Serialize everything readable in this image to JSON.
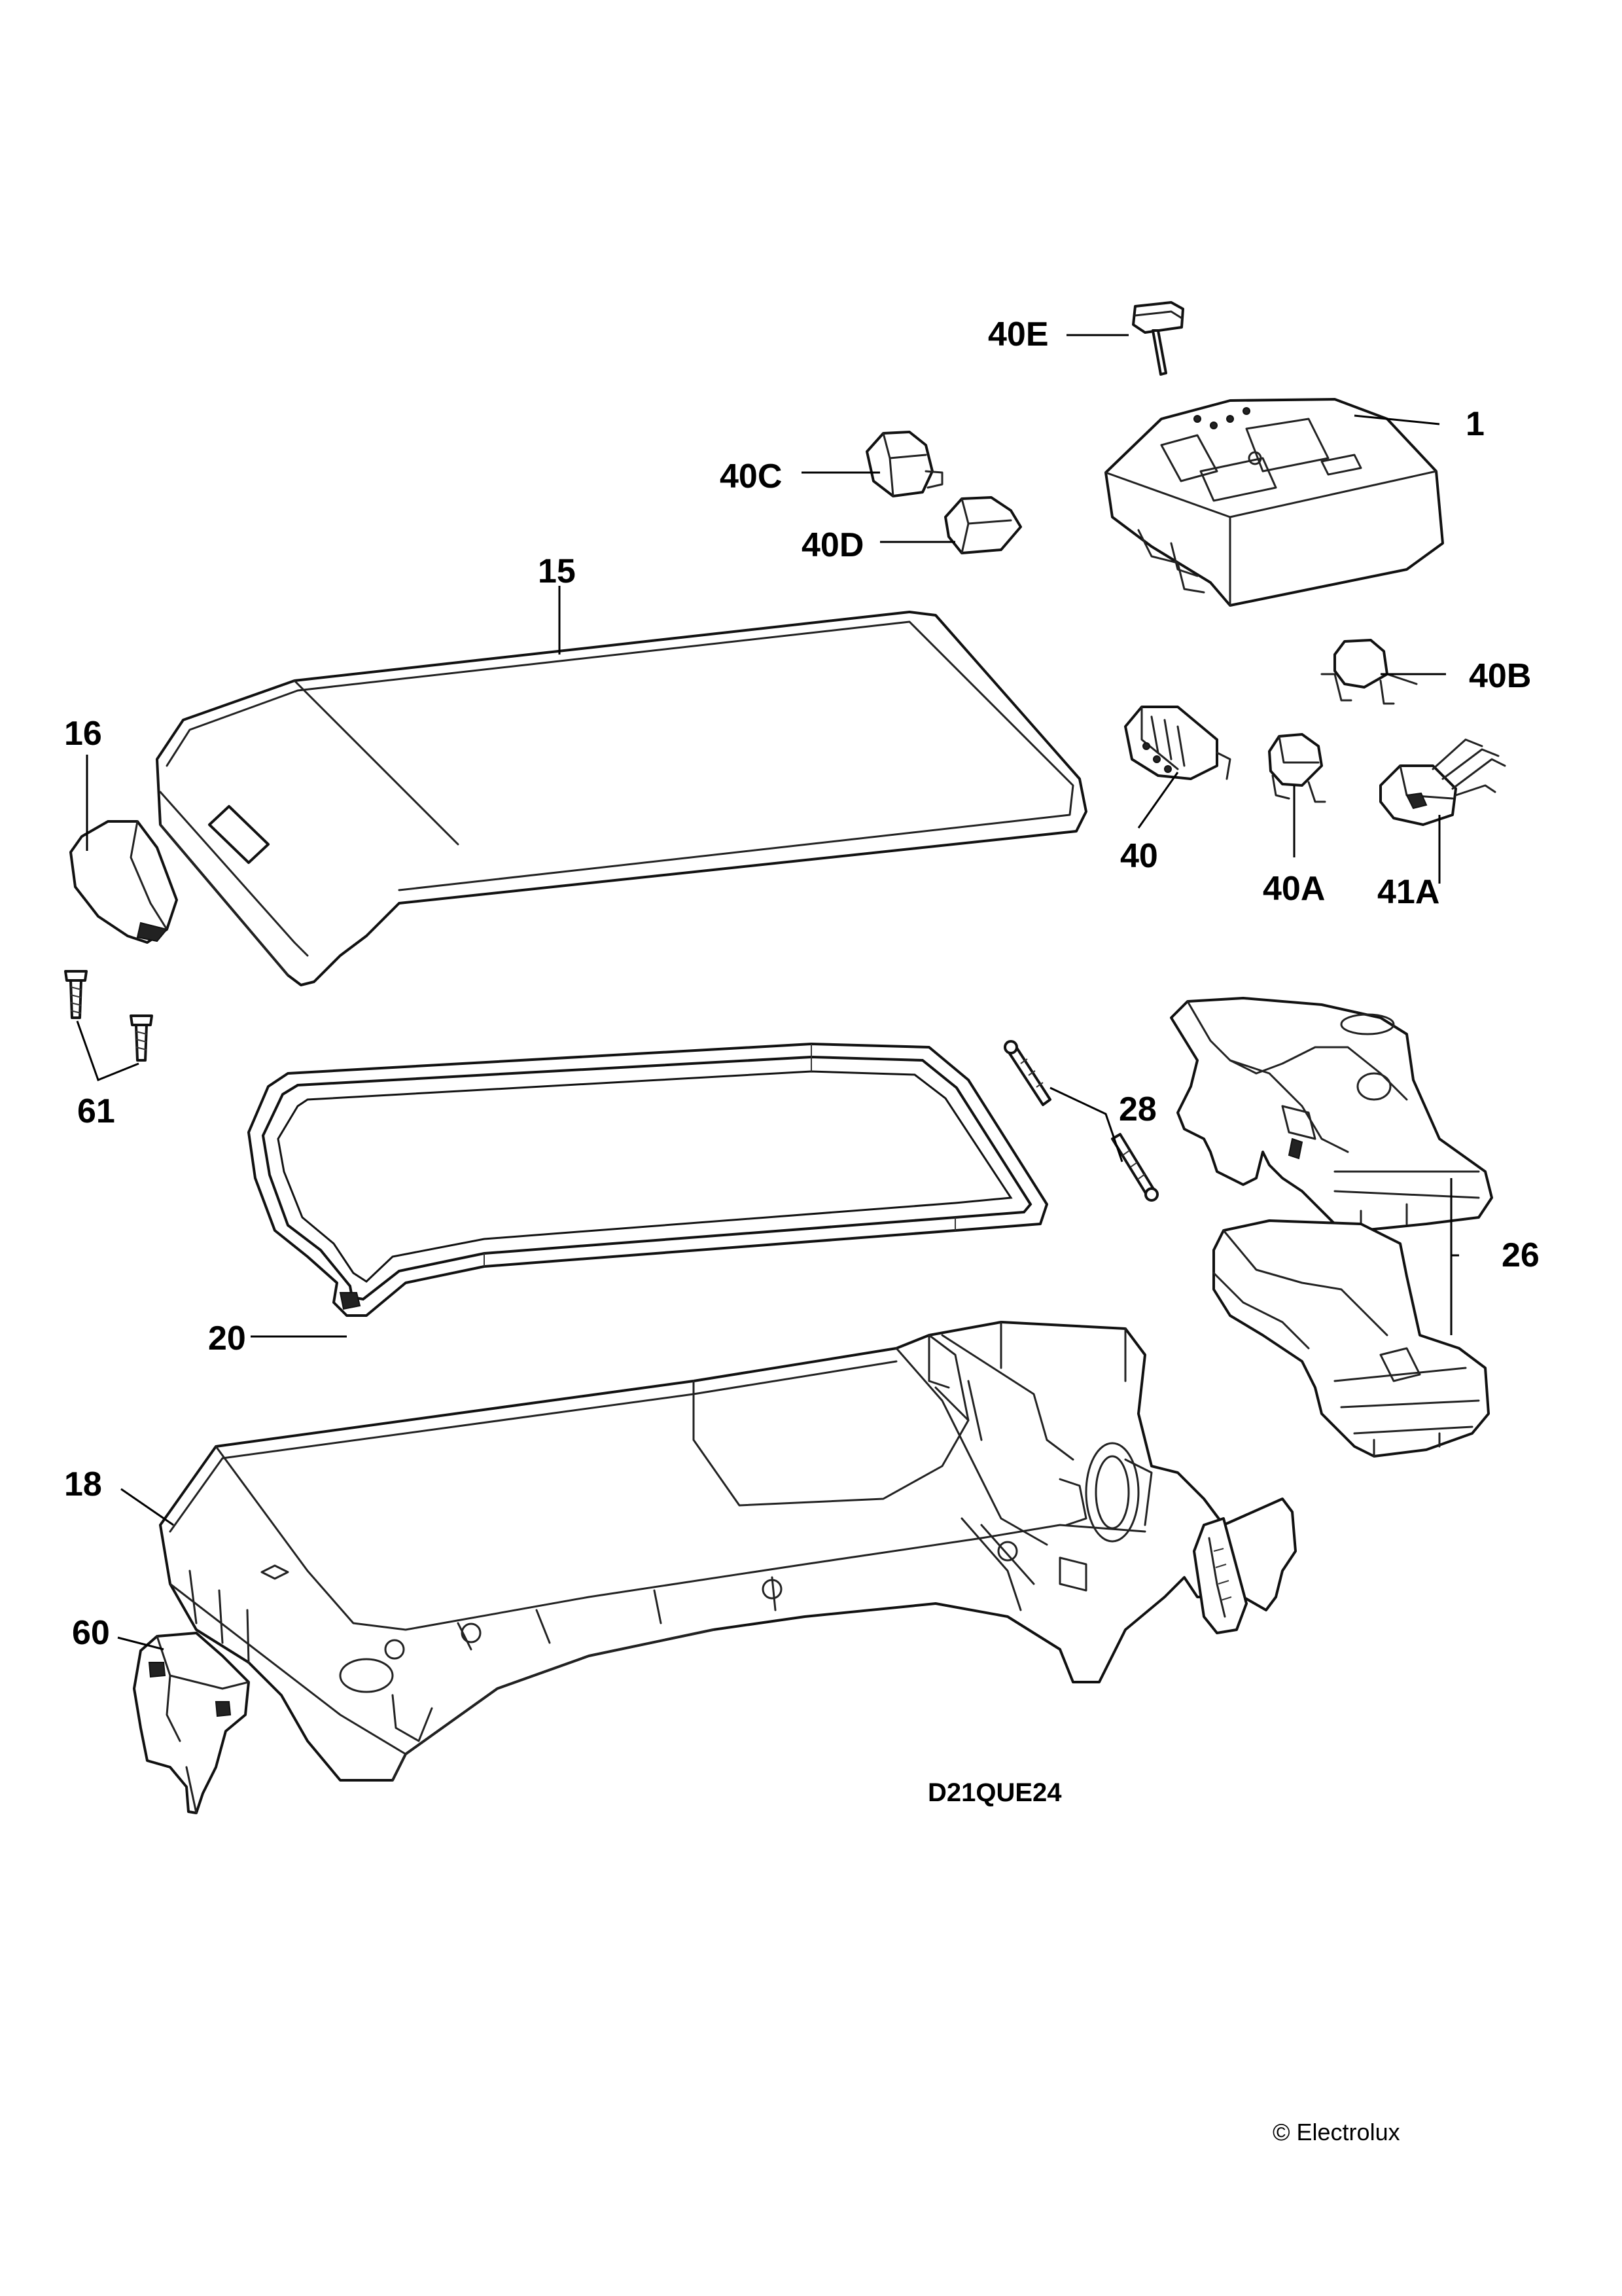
{
  "callouts": {
    "c40e": "40E",
    "c1": "1",
    "c40c": "40C",
    "c40d": "40D",
    "c15": "15",
    "c40b": "40B",
    "c16": "16",
    "c40": "40",
    "c40a": "40A",
    "c41a": "41A",
    "c61": "61",
    "c28": "28",
    "c26": "26",
    "c20": "20",
    "c18": "18",
    "c60": "60"
  },
  "drawing_code": "D21QUE24",
  "copyright": "© Electrolux"
}
